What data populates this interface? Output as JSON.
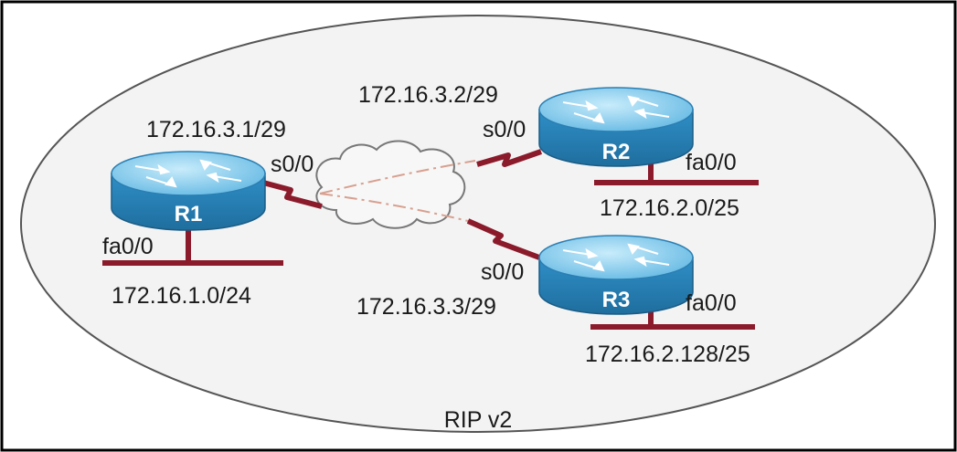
{
  "routing_domain": "RIP v2",
  "routers": [
    {
      "name": "R1",
      "wan_iface": "s0/0",
      "wan_ip": "172.16.3.1/29",
      "lan_iface": "fa0/0",
      "lan_net": "172.16.1.0/24"
    },
    {
      "name": "R2",
      "wan_iface": "s0/0",
      "wan_ip": "172.16.3.2/29",
      "lan_iface": "fa0/0",
      "lan_net": "172.16.2.0/25"
    },
    {
      "name": "R3",
      "wan_iface": "s0/0",
      "wan_ip": "172.16.3.3/29",
      "lan_iface": "fa0/0",
      "lan_net": "172.16.2.128/25"
    }
  ],
  "colors": {
    "router_body": "#3aa0d8",
    "router_top": "#8fd3f4",
    "serial_link": "#8b1a2b",
    "lan_segment": "#8b1a2b",
    "virtual_circuit": "#d8a090",
    "cloud": "#f2f2f2"
  },
  "icons": {
    "router": "router-icon",
    "cloud": "frame-relay-cloud-icon"
  }
}
